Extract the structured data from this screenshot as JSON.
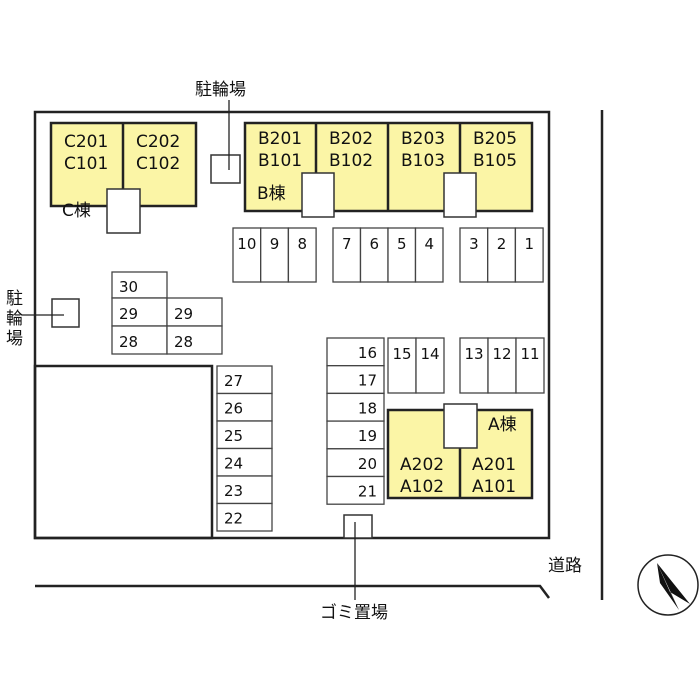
{
  "labels": {
    "bike_top": "駐輪場",
    "bike_left": [
      "駐",
      "輪",
      "場"
    ],
    "garbage": "ゴミ置場",
    "road": "道路"
  },
  "buildings": {
    "C": {
      "name": "C棟",
      "units": [
        [
          "C201",
          "C101"
        ],
        [
          "C202",
          "C102"
        ]
      ]
    },
    "B": {
      "name": "B棟",
      "units": [
        [
          "B201",
          "B101"
        ],
        [
          "B202",
          "B102"
        ],
        [
          "B203",
          "B103"
        ],
        [
          "B205",
          "B105"
        ]
      ]
    },
    "A": {
      "name": "A棟",
      "units": [
        [
          "A202",
          "A102"
        ],
        [
          "A201",
          "A101"
        ]
      ]
    }
  },
  "parking": {
    "row_10_8": [
      "10",
      "9",
      "8"
    ],
    "row_7_4": [
      "7",
      "6",
      "5",
      "4"
    ],
    "row_3_1": [
      "3",
      "2",
      "1"
    ],
    "left_block": [
      "30",
      "29",
      "28",
      "29",
      "28"
    ],
    "col_27_22": [
      "27",
      "26",
      "25",
      "24",
      "23",
      "22"
    ],
    "col_16_21": [
      "16",
      "17",
      "18",
      "19",
      "20",
      "21"
    ],
    "row_15_14": [
      "15",
      "14"
    ],
    "row_13_11": [
      "13",
      "12",
      "11"
    ]
  },
  "colors": {
    "building": "#fbf5a6",
    "line": "#222222"
  }
}
